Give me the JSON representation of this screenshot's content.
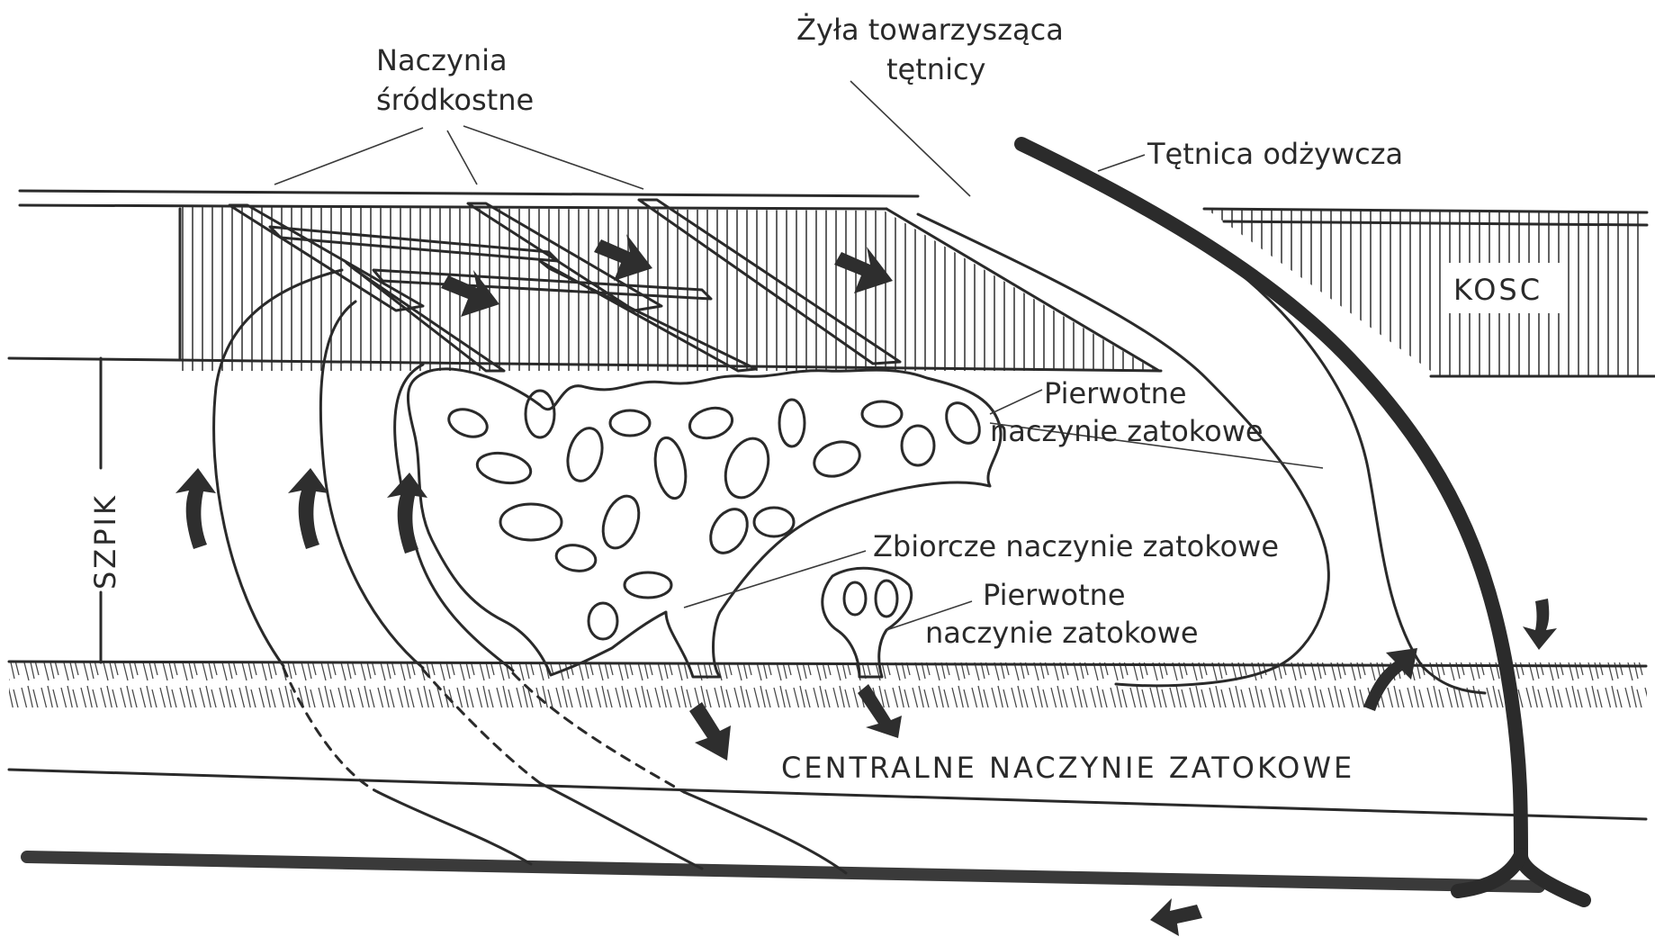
{
  "labels": {
    "naczynia_srodkostne_1": "Naczynia",
    "naczynia_srodkostne_2": "śródkostne",
    "zyla_1": "Żyła towarzysząca",
    "zyla_2": "tętnicy",
    "tetnica": "Tętnica odżywcza",
    "kosc": "KOSC",
    "pierwotne_top_1": "Pierwotne",
    "pierwotne_top_2": "naczynie zatokowe",
    "zbiorcze": "Zbiorcze naczynie zatokowe",
    "pierwotne_bottom_1": "Pierwotne",
    "pierwotne_bottom_2": "naczynie zatokowe",
    "szpik": "SZPIK",
    "centralne": "CENTRALNE NACZYNIE ZATOKOWE"
  },
  "colors": {
    "ink": "#2a2a2a",
    "background": "#ffffff"
  }
}
